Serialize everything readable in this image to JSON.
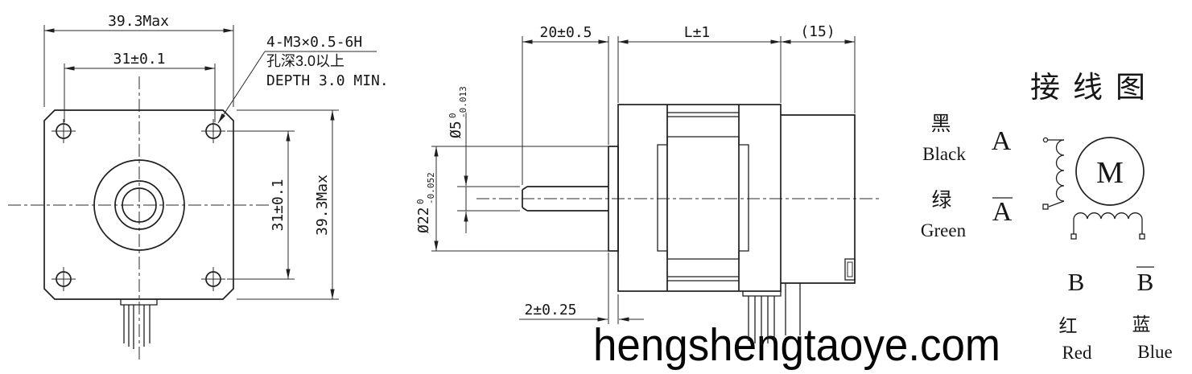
{
  "colors": {
    "line": "#1f1f1f",
    "background": "#ffffff",
    "watermark": "#050505"
  },
  "watermark": {
    "text": "hengshengtaoye.com"
  },
  "front_view": {
    "dim_width": "39.3Max",
    "dim_hole_pitch_h": "31±0.1",
    "dim_hole_pitch_v": "31±0.1",
    "dim_height": "39.3Max",
    "callout": {
      "line1": "4-M3×0.5-6H",
      "line2": "孔深3.0以上",
      "line3": "DEPTH 3.0 MIN."
    }
  },
  "side_view": {
    "dim_shaft_len": "20±0.5",
    "dim_body_len": "L±1",
    "dim_rear_len": "(15)",
    "dim_pilot_depth": "2±0.25",
    "shaft_dia": {
      "base": "Ø5",
      "tol_top": "0",
      "tol_bottom": "-0.013"
    },
    "pilot_dia": {
      "base": "Ø22",
      "tol_top": "0",
      "tol_bottom": "-0.052"
    }
  },
  "wiring": {
    "title": "接线图",
    "motor": "M",
    "lead_a": {
      "cn": "黑",
      "en": "Black",
      "phase": "A"
    },
    "lead_a_bar": {
      "cn": "绿",
      "en": "Green",
      "phase": "A"
    },
    "lead_b": {
      "phase": "B",
      "cn": "红",
      "en": "Red"
    },
    "lead_b_bar": {
      "phase": "B",
      "cn": "蓝",
      "en": "Blue"
    }
  }
}
